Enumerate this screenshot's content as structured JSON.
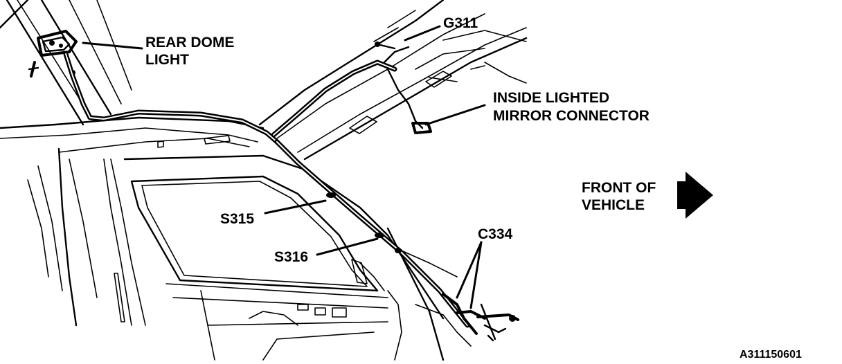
{
  "callouts": {
    "rear_dome_light_line1": "REAR DOME",
    "rear_dome_light_line2": "LIGHT",
    "g311": "G311",
    "inside_mirror_line1": "INSIDE LIGHTED",
    "inside_mirror_line2": "MIRROR CONNECTOR",
    "front_of_vehicle_line1": "FRONT OF",
    "front_of_vehicle_line2": "VEHICLE",
    "s315": "S315",
    "s316": "S316",
    "c334": "C334"
  },
  "figure_id": "A311150601",
  "icons": {
    "direction_arrow": "right-arrow-icon"
  }
}
